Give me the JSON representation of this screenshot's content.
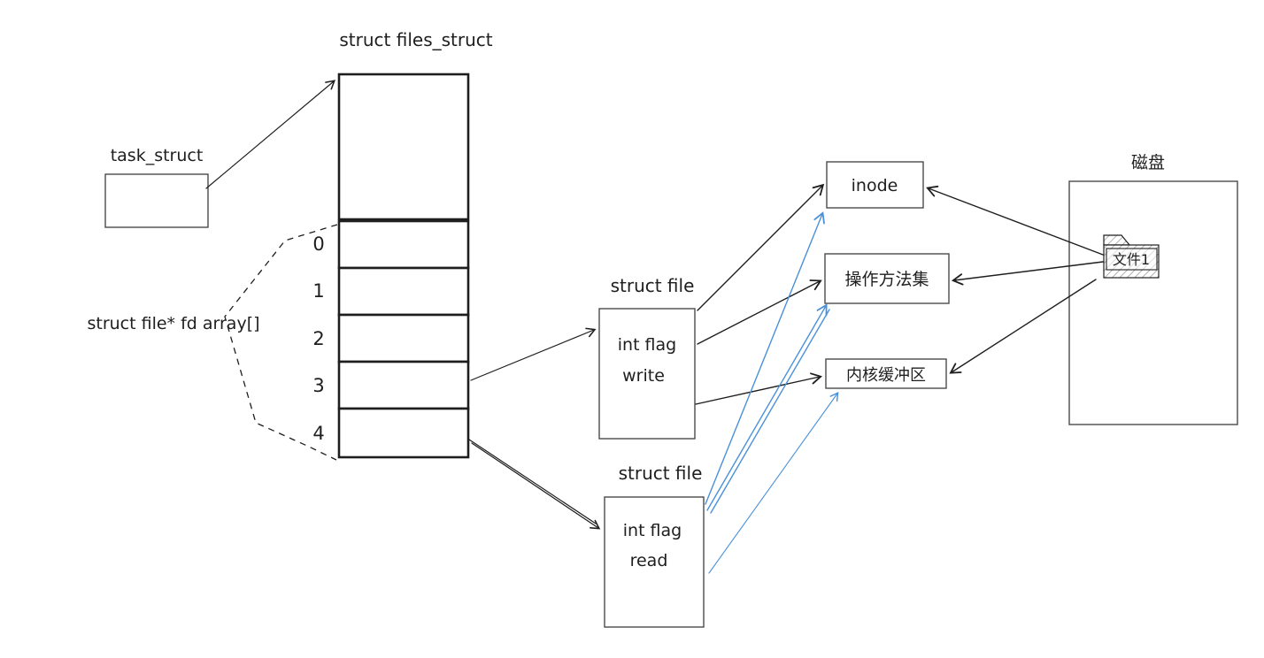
{
  "colors": {
    "ink": "#1e1e1e",
    "blue": "#4a90d9"
  },
  "labels": {
    "files_struct_title": "struct files_struct",
    "task_struct": "task_struct",
    "fd_array": "struct file* fd array[]",
    "write_file_title": "struct file",
    "write_line1": "int flag",
    "write_line2": "write",
    "read_file_title": "struct file",
    "read_line1": "int flag",
    "read_line2": "read",
    "inode": "inode",
    "ops_set": "操作方法集",
    "kernel_buffer": "内核缓冲区",
    "disk": "磁盘",
    "file1": "文件1"
  },
  "fd_indices": [
    "0",
    "1",
    "2",
    "3",
    "4"
  ]
}
